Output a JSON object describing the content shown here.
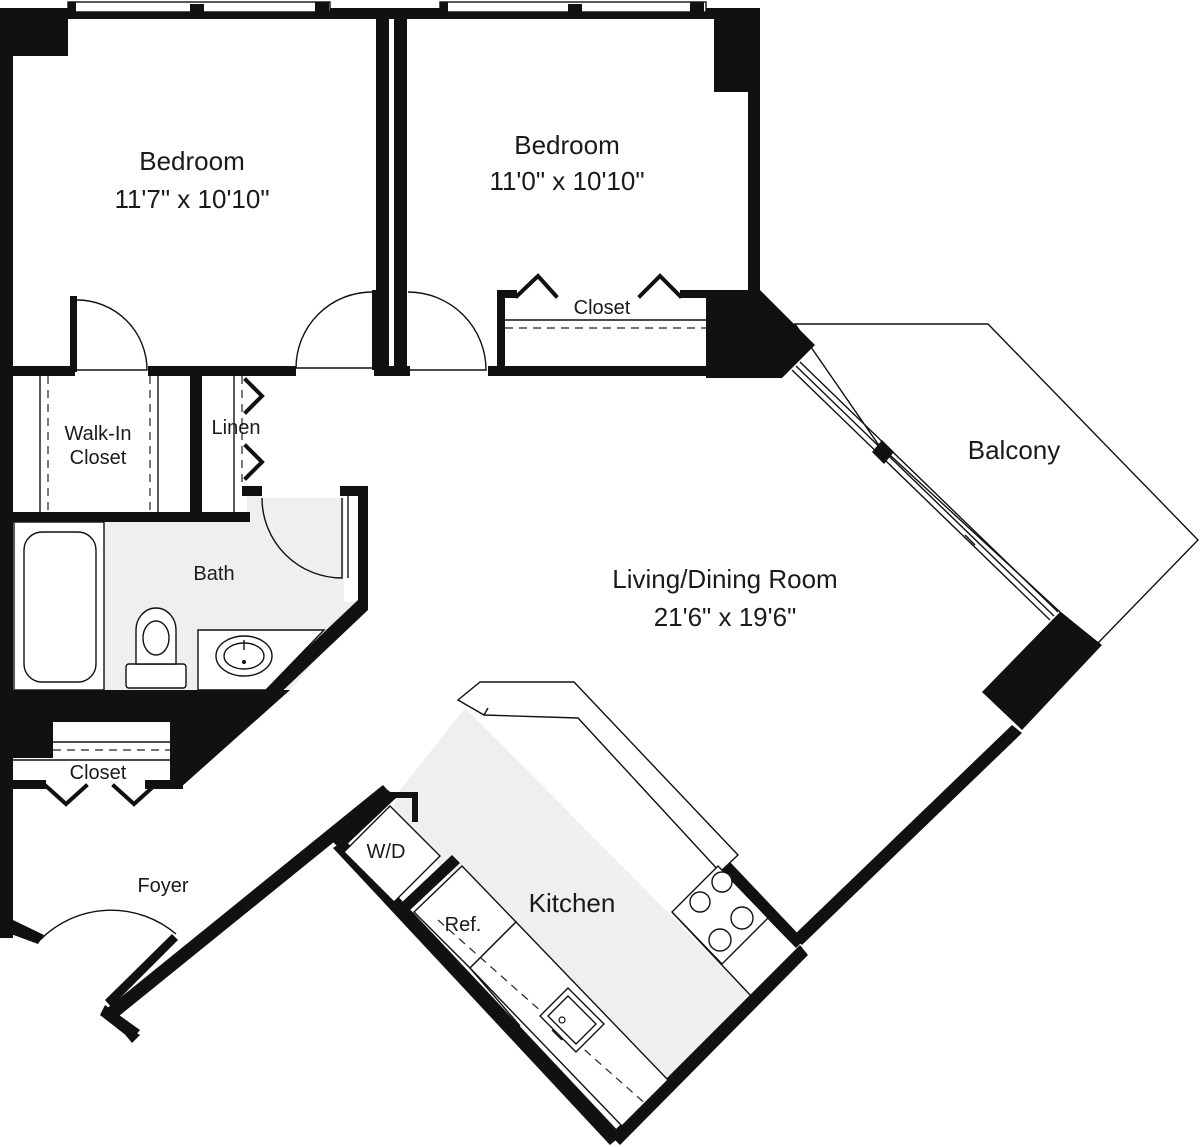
{
  "rooms": {
    "bedroom_left": {
      "name": "Bedroom",
      "dims": "11'7\" x 10'10\""
    },
    "bedroom_right": {
      "name": "Bedroom",
      "dims": "11'0\" x 10'10\""
    },
    "bedroom_closet": {
      "name": "Closet"
    },
    "walk_in_closet": {
      "line1": "Walk-In",
      "line2": "Closet"
    },
    "linen": {
      "name": "Linen"
    },
    "bath": {
      "name": "Bath"
    },
    "living": {
      "name": "Living/Dining Room",
      "dims": "21'6\" x 19'6\""
    },
    "balcony": {
      "name": "Balcony"
    },
    "foyer_closet": {
      "name": "Closet"
    },
    "foyer": {
      "name": "Foyer"
    },
    "washer_dryer": {
      "name": "W/D"
    },
    "refrigerator": {
      "name": "Ref."
    },
    "kitchen": {
      "name": "Kitchen"
    }
  },
  "colors": {
    "wall": "#111111",
    "tile_floor": "#efefef",
    "background": "#ffffff"
  }
}
